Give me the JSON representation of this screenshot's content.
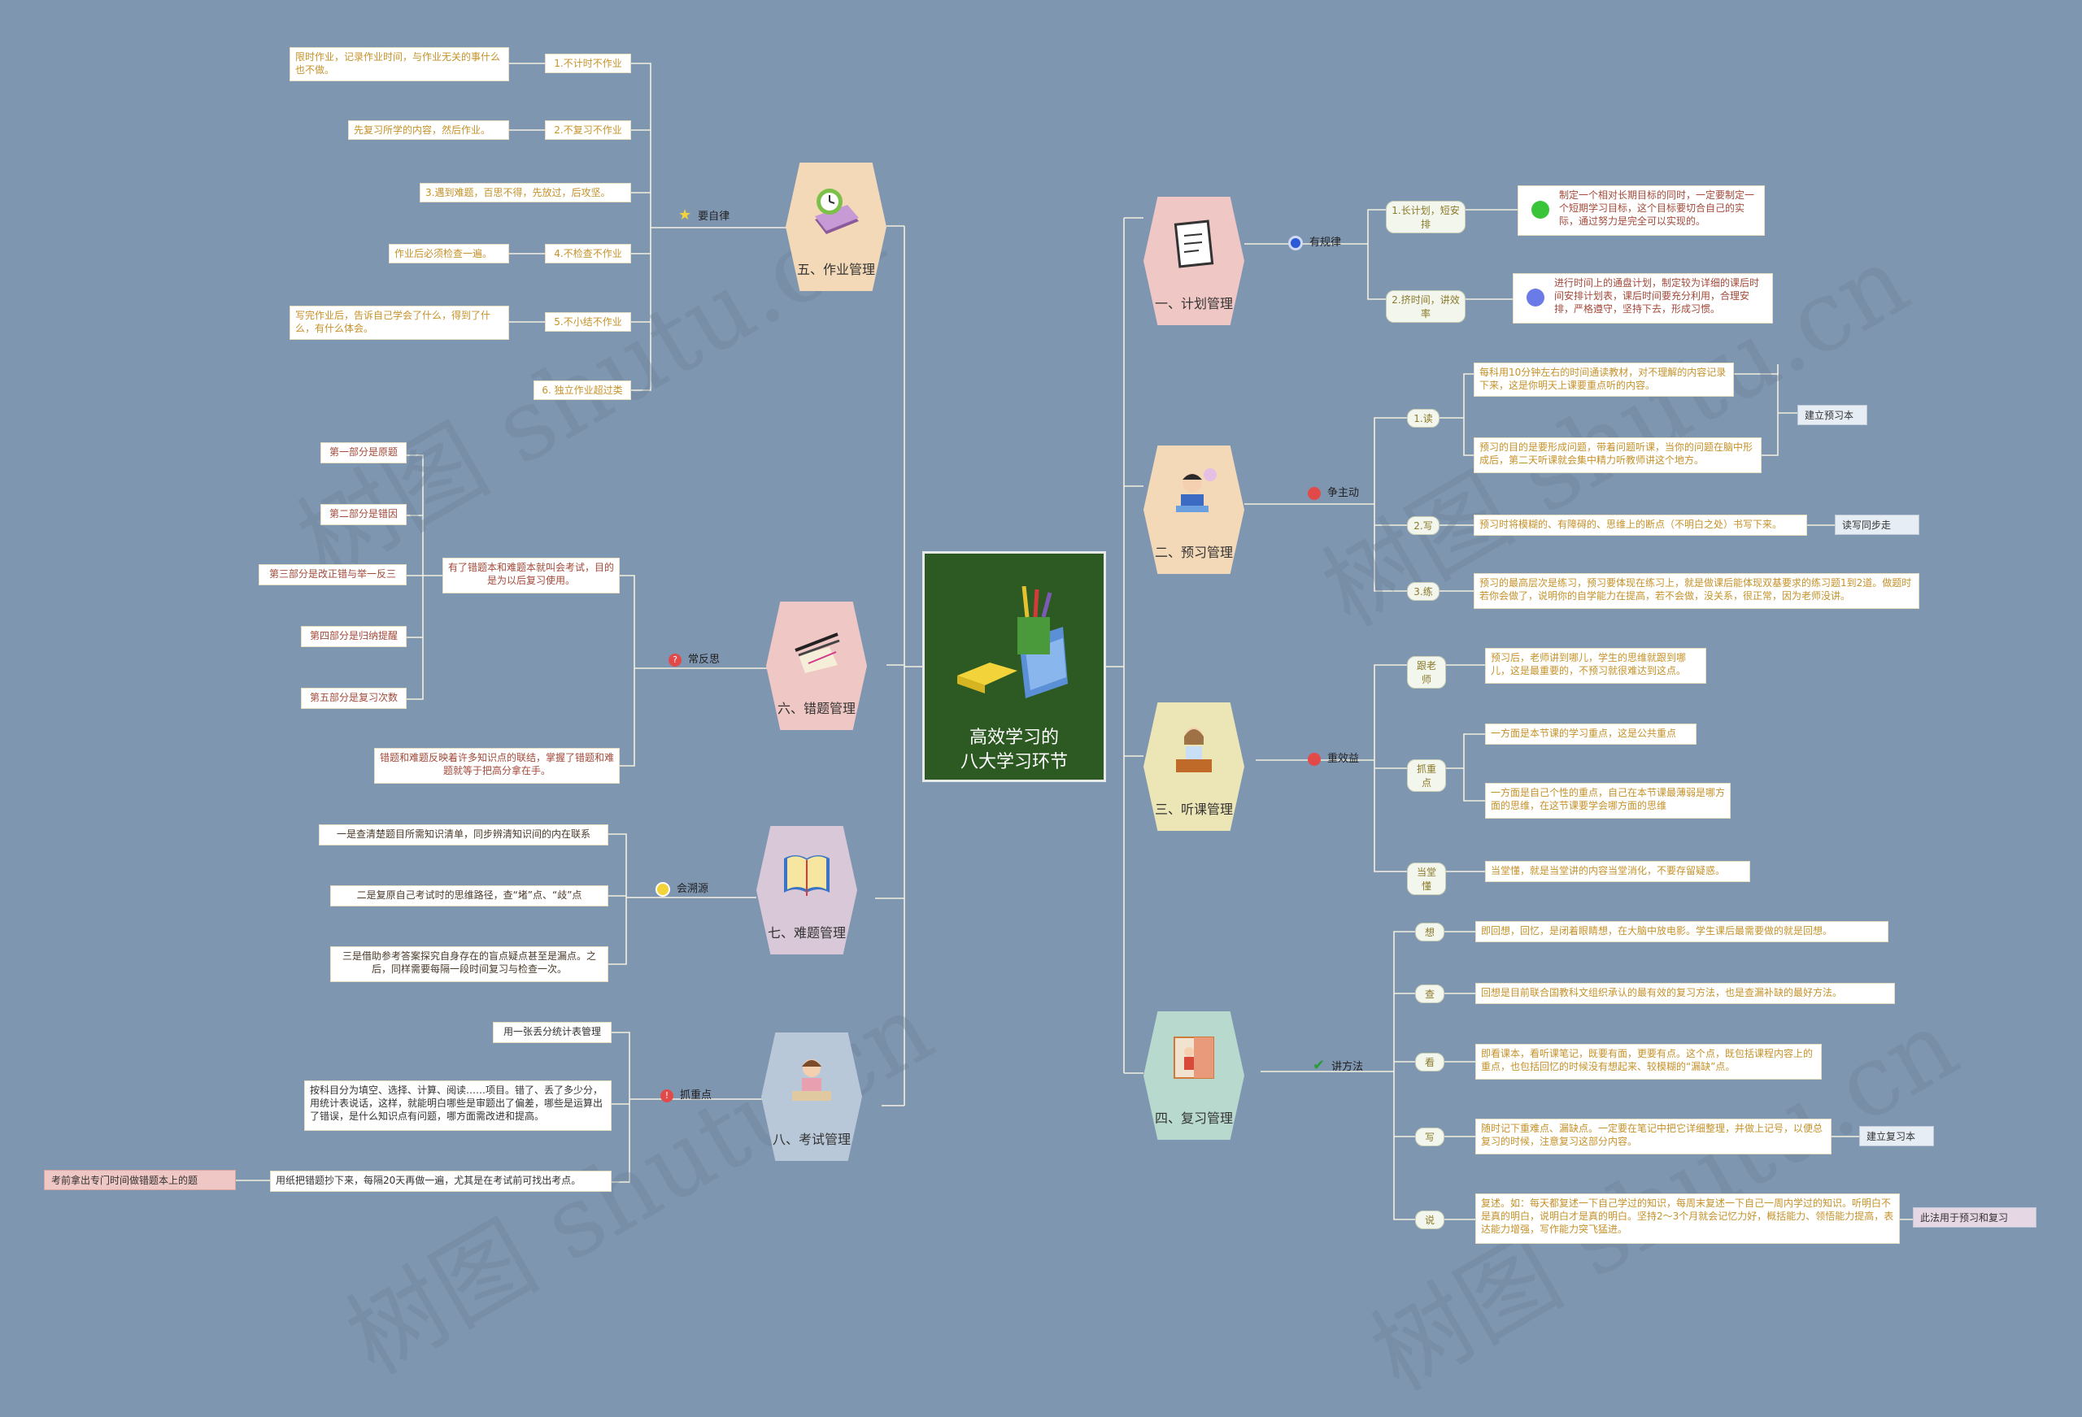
{
  "watermark": "树图 shutu.cn",
  "center": {
    "title_line1": "高效学习的",
    "title_line2": "八大学习环节"
  },
  "branches": {
    "b1": {
      "label": "一、计划管理",
      "tag": "有规律",
      "subs": [
        {
          "label": "1.长计划，短安排",
          "text": "制定一个相对长期目标的同时，一定要制定一个短期学习目标，这个目标要切合自己的实际，通过努力是完全可以实现的。"
        },
        {
          "label": "2.挤时间，讲效率",
          "text": "进行时间上的通盘计划，制定较为详细的课后时间安排计划表，课后时间要充分利用，合理安排，严格遵守，坚持下去，形成习惯。"
        }
      ]
    },
    "b2": {
      "label": "二、预习管理",
      "tag": "争主动",
      "subs": [
        {
          "label": "1.读",
          "text1": "每科用10分钟左右的时间通读教材，对不理解的内容记录下来，这是你明天上课要重点听的内容。",
          "text2": "预习的目的是要形成问题，带着问题听课，当你的问题在脑中形成后，第二天听课就会集中精力听教师讲这个地方。",
          "note": "建立预习本"
        },
        {
          "label": "2.写",
          "text": "预习时将模糊的、有障碍的、思维上的断点（不明白之处）书写下来。",
          "note": "读写同步走"
        },
        {
          "label": "3.练",
          "text": "预习的最高层次是练习，预习要体现在练习上，就是做课后能体现双基要求的练习题1到2道。做题时若你会做了，说明你的自学能力在提高，若不会做，没关系，很正常，因为老师没讲。"
        }
      ]
    },
    "b3": {
      "label": "三、听课管理",
      "tag": "重效益",
      "subs": [
        {
          "label": "跟老师",
          "text": "预习后，老师讲到哪儿，学生的思维就跟到哪儿，这是最重要的，不预习就很难达到这点。"
        },
        {
          "label": "抓重点",
          "text1": "一方面是本节课的学习重点，这是公共重点",
          "text2": "一方面是自己个性的重点，自己在本节课最薄弱是哪方面的思维，在这节课要学会哪方面的思维"
        },
        {
          "label": "当堂懂",
          "text": "当堂懂，就是当堂讲的内容当堂消化，不要存留疑惑。"
        }
      ]
    },
    "b4": {
      "label": "四、复习管理",
      "tag": "讲方法",
      "subs": [
        {
          "label": "想",
          "text": "即回想，回忆，是闭着眼睛想，在大脑中放电影。学生课后最需要做的就是回想。"
        },
        {
          "label": "查",
          "text": "回想是目前联合国教科文组织承认的最有效的复习方法，也是查漏补缺的最好方法。"
        },
        {
          "label": "看",
          "text": "即看课本，看听课笔记，既要有面，更要有点。这个点，既包括课程内容上的重点，也包括回忆的时候没有想起来、较模糊的“漏缺”点。"
        },
        {
          "label": "写",
          "text": "随时记下重难点、漏缺点。一定要在笔记中把它详细整理，并做上记号，以便总复习的时候，注意复习这部分内容。",
          "note": "建立复习本"
        },
        {
          "label": "说",
          "text": "复述。如：每天都复述一下自己学过的知识，每周末复述一下自己一周内学过的知识。听明白不是真的明白，说明白才是真的明白。坚持2～3个月就会记忆力好，概括能力、领悟能力提高，表达能力增强，写作能力突飞猛进。",
          "note": "此法用于预习和复习"
        }
      ]
    },
    "b5": {
      "label": "五、作业管理",
      "tag": "要自律",
      "subs": [
        {
          "label": "1.不计时不作业",
          "text": "限时作业，记录作业时间，与作业无关的事什么也不做。"
        },
        {
          "label": "2.不复习不作业",
          "text": "先复习所学的内容，然后作业。"
        },
        {
          "label": "3.遇到难题，百思不得，先放过，后攻坚。"
        },
        {
          "label": "4.不检查不作业",
          "text": "作业后必须检查一遍。"
        },
        {
          "label": "5.不小结不作业",
          "text": "写完作业后，告诉自己学会了什么，得到了什么，有什么体会。"
        },
        {
          "label": "6. 独立作业超过类"
        }
      ]
    },
    "b6": {
      "label": "六、错题管理",
      "tag": "常反思",
      "main1": "有了错题本和难题本就叫会考试，目的是为以后复习使用。",
      "parts": [
        "第一部分是原题",
        "第二部分是错因",
        "第三部分是改正错与举一反三",
        "第四部分是归纳提醒",
        "第五部分是复习次数"
      ],
      "main2": "错题和难题反映着许多知识点的联结，掌握了错题和难题就等于把高分拿在手。"
    },
    "b7": {
      "label": "七、难题管理",
      "tag": "会溯源",
      "items": [
        "一是查清楚题目所需知识清单，同步辨清知识间的内在联系",
        "二是复原自己考试时的思维路径，查“堵”点、“歧”点",
        "三是借助参考答案探究自身存在的盲点疑点甚至是漏点。之后，同样需要每隔一段时间复习与检查一次。"
      ]
    },
    "b8": {
      "label": "八、考试管理",
      "tag": "抓重点",
      "items": [
        "用一张丢分统计表管理",
        "按科目分为填空、选择、计算、阅读……项目。错了、丢了多少分，用统计表说话，这样，就能明白哪些是审题出了偏差，哪些是运算出了错误，是什么知识点有问题，哪方面需改进和提高。",
        "用纸把错题抄下来，每隔20天再做一遍，尤其是在考试前可找出考点。"
      ],
      "note": "考前拿出专门时间做错题本上的题"
    }
  }
}
